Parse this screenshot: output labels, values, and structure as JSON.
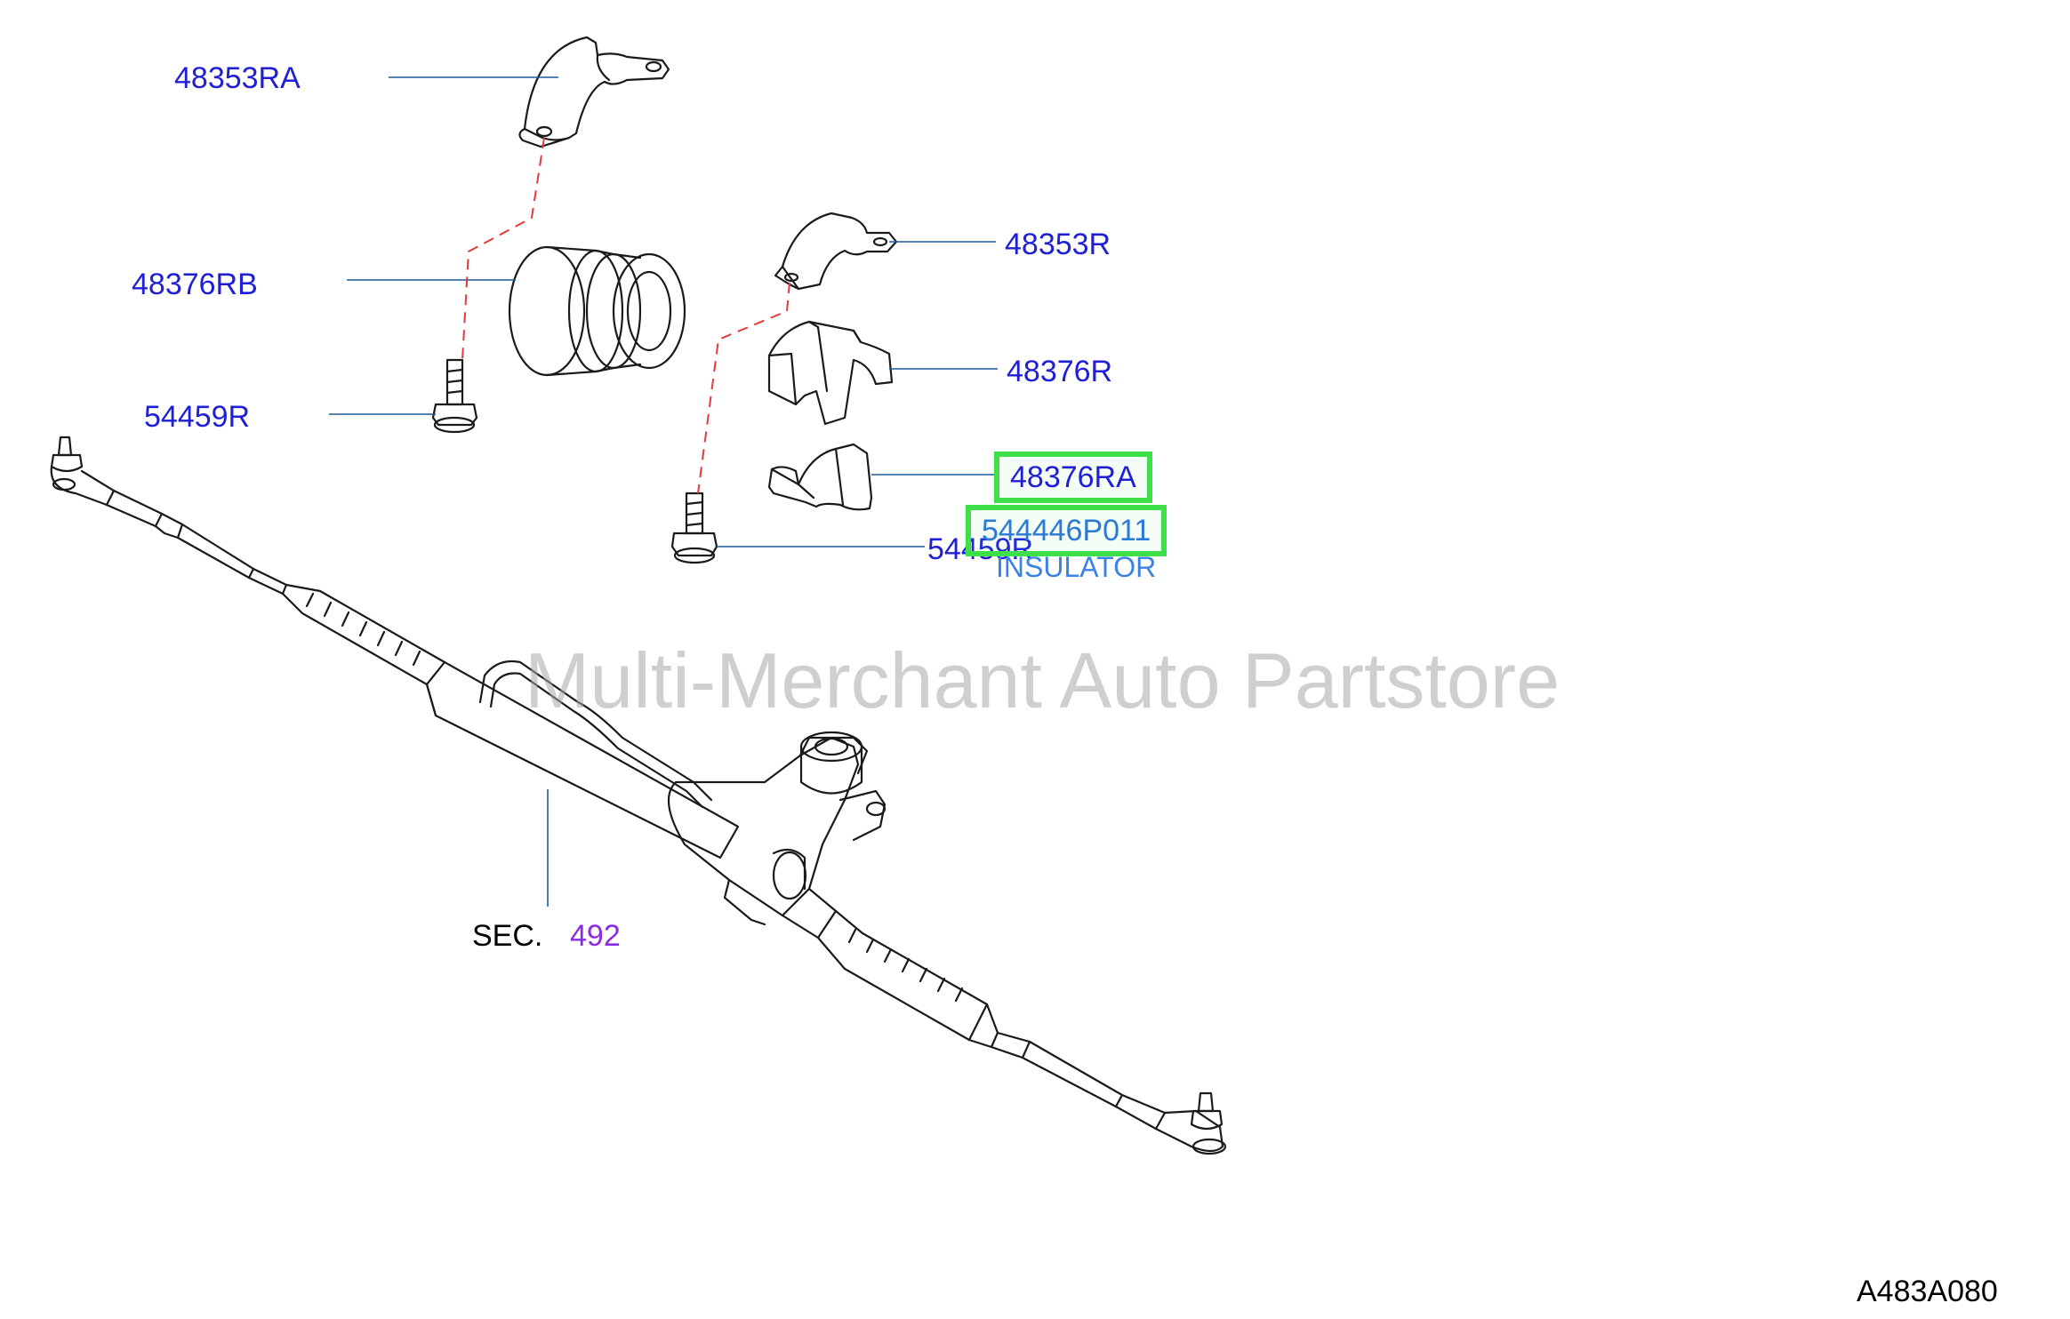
{
  "callouts": {
    "c48353RA": "48353RA",
    "c48376RB": "48376RB",
    "c54459R_left": "54459R",
    "c48353R": "48353R",
    "c48376R": "48376R",
    "c48376RA": "48376RA",
    "c544446P011": "544446P011",
    "c54459R_right": "54459R"
  },
  "description": "INSULATOR",
  "section": {
    "label": "SEC.",
    "number": "492"
  },
  "watermark": "Multi-Merchant Auto Partstore",
  "figure_code": "A483A080",
  "colors": {
    "callout_text": "#1f1fd6",
    "highlight_border": "#3ee04a",
    "leader_line": "#1e5a9c",
    "dashed_guide": "#e23b3b",
    "section_number": "#8a2be2"
  }
}
